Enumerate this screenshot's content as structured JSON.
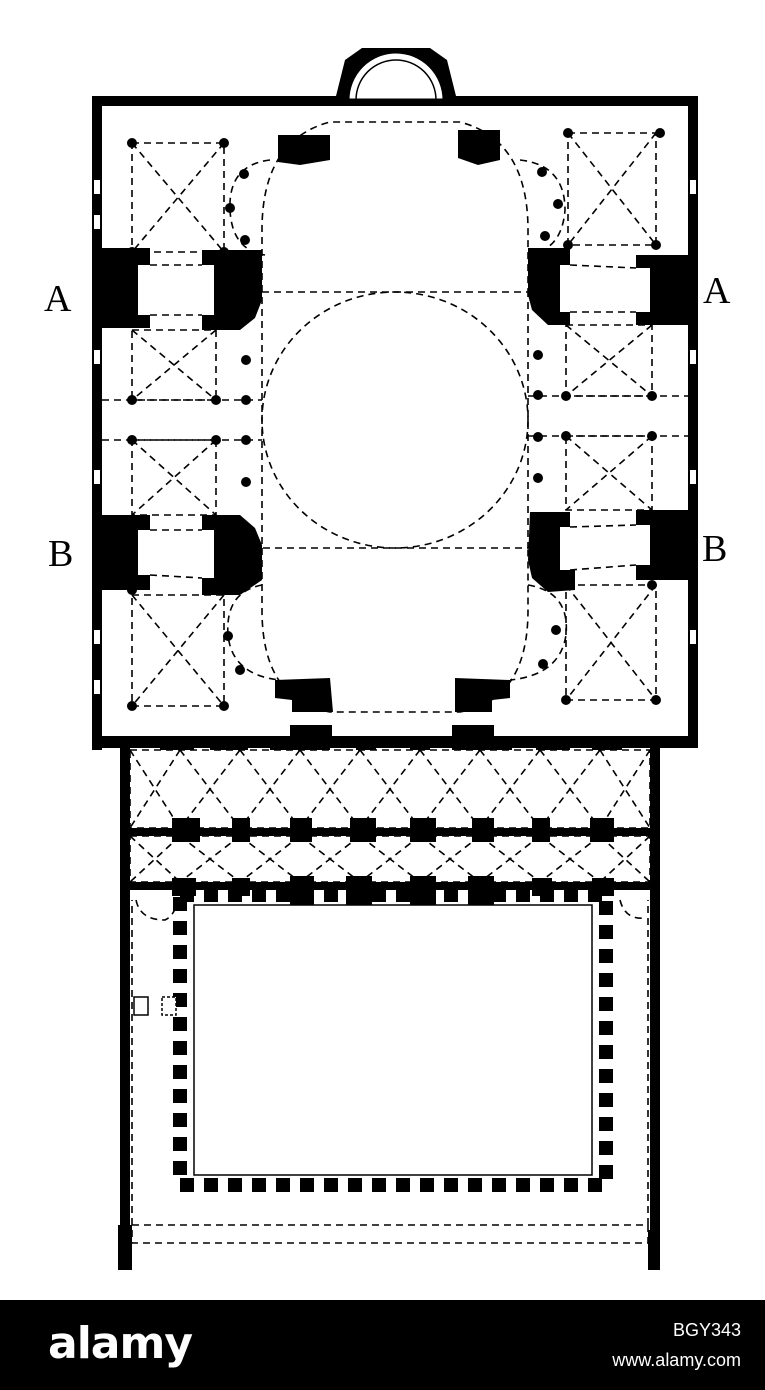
{
  "labels": {
    "a_left": "A",
    "a_right": "A",
    "b_left": "B",
    "b_right": "B"
  },
  "watermark": {
    "logo": "alamy",
    "image_id": "BGY343",
    "url": "www.alamy.com"
  },
  "colors": {
    "ink": "#000000",
    "paper": "#ffffff",
    "watermark_bg": "#000000",
    "watermark_text": "#ffffff"
  }
}
